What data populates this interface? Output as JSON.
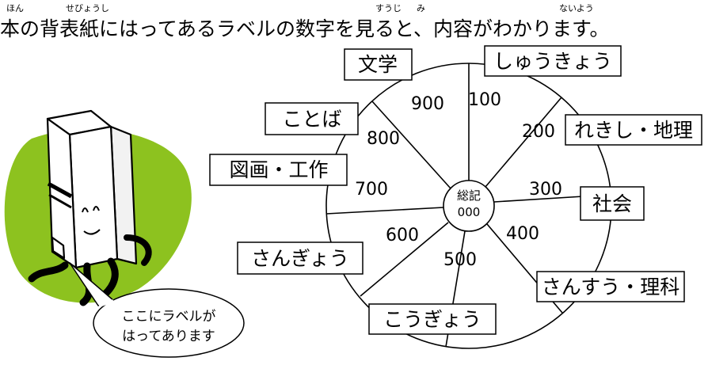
{
  "heading": {
    "text": "本の背表紙にはってあるラベルの数字を見ると、内容がわかります。",
    "ruby": {
      "hon": "ほん",
      "sebyoushi": "せびょうし",
      "suuji": "すうじ",
      "mi": "み",
      "naiyou": "ないよう"
    }
  },
  "center": {
    "line1": "総記",
    "line2": "000"
  },
  "sector_numbers": [
    "100",
    "200",
    "300",
    "400",
    "500",
    "600",
    "700",
    "800",
    "900"
  ],
  "categories": {
    "c100": "しゅうきょう",
    "c200": "れきし・地理",
    "c300": "社会",
    "c400": "さんすう・理科",
    "c500": "こうぎょう",
    "c600": "さんぎょう",
    "c700": "図画・工作",
    "c800": "ことば",
    "c900": "文学"
  },
  "callout": {
    "line1": "ここにラベルが",
    "line2": "はってあります"
  },
  "colors": {
    "blob": "#8dc21f",
    "book": "#ffffff",
    "outline": "#000000"
  }
}
